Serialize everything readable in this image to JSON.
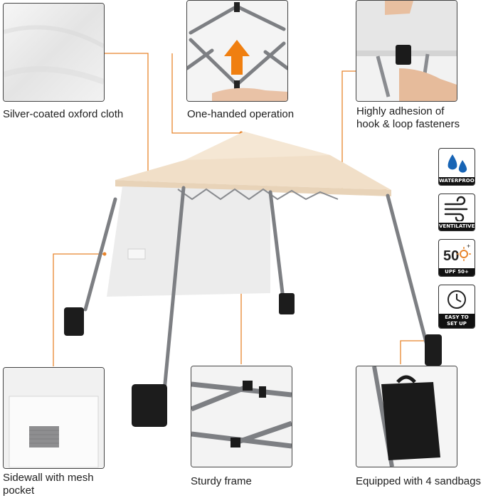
{
  "features": {
    "cloth": "Silver-coated oxford cloth",
    "operation": "One-handed operation",
    "fasteners_line1": "Highly adhesion of",
    "fasteners_line2": "hook & loop fasteners",
    "sidewall_line1": "Sidewall with mesh",
    "sidewall_line2": "pocket",
    "frame": "Sturdy frame",
    "sandbags": "Equipped with 4 sandbags"
  },
  "badges": [
    {
      "icon": "water-drops-icon",
      "label": "WATERPROOF"
    },
    {
      "icon": "wind-icon",
      "label": "VENTILATIVE"
    },
    {
      "icon": "sun-upf-icon",
      "label": "UPF 50+",
      "value": "50"
    },
    {
      "icon": "clock-icon",
      "label": "EASY TO SET UP"
    }
  ],
  "badge_label_lines": {
    "easy_line1": "EASY TO",
    "easy_line2": "SET UP"
  },
  "colors": {
    "accent": "#e8852c",
    "canopy": "#f1dfc8",
    "sidewall": "#ececec",
    "frame": "#7d7f83"
  }
}
